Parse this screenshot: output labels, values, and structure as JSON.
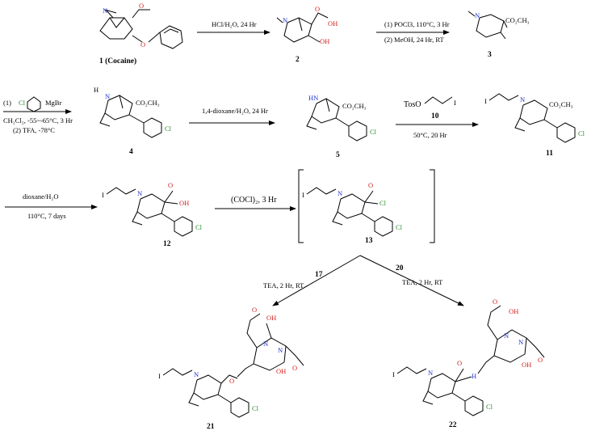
{
  "compounds": {
    "c1": {
      "number": "1",
      "name": "(Cocaine)"
    },
    "c2": {
      "number": "2"
    },
    "c3": {
      "number": "3"
    },
    "c4": {
      "number": "4"
    },
    "c5": {
      "number": "5"
    },
    "c10": {
      "number": "10"
    },
    "c11": {
      "number": "11"
    },
    "c12": {
      "number": "12"
    },
    "c13": {
      "number": "13"
    },
    "c17": {
      "number": "17"
    },
    "c20": {
      "number": "20"
    },
    "c21": {
      "number": "21"
    },
    "c22": {
      "number": "22"
    }
  },
  "conditions": {
    "step1": "HCl/H₂O, 24 Hr",
    "step2a": "(1) POCl3, 110°C, 3 Hr",
    "step2b": "(2) MeOH, 24 Hr, RT",
    "step3a_prefix": "(1)",
    "step3a_reagent": "MgBr",
    "step3b": "CH₂Cl₂, -55~-65°C, 3 Hr",
    "step3c": "(2) TFA, -78°C",
    "step4": "1,4-dioxane/H₂O, 24 Hr",
    "step5_reagent": "TosO",
    "step5": "50°C, 20 Hr",
    "step6a": "dioxane/H₂O",
    "step6b": "110°C, 7 days",
    "step7": "(COCl)₂, 3 Hr",
    "step8": "TEA, 2 Hr, RT",
    "step9": "TEA, 2 Hr, RT"
  },
  "atoms": {
    "N": "N",
    "NH": "HN",
    "H": "H",
    "I": "I",
    "Cl": "Cl",
    "O": "O",
    "OH": "OH",
    "Me": "CH₃",
    "ester": "CO₂CH₃",
    "CO2H": "OH",
    "COCl": "Cl"
  },
  "colors": {
    "oxygen": "#d42020",
    "nitrogen": "#1d33c9",
    "chlorine": "#2a8a2a",
    "iodine": "#8a2a8a",
    "ink": "#000000"
  }
}
